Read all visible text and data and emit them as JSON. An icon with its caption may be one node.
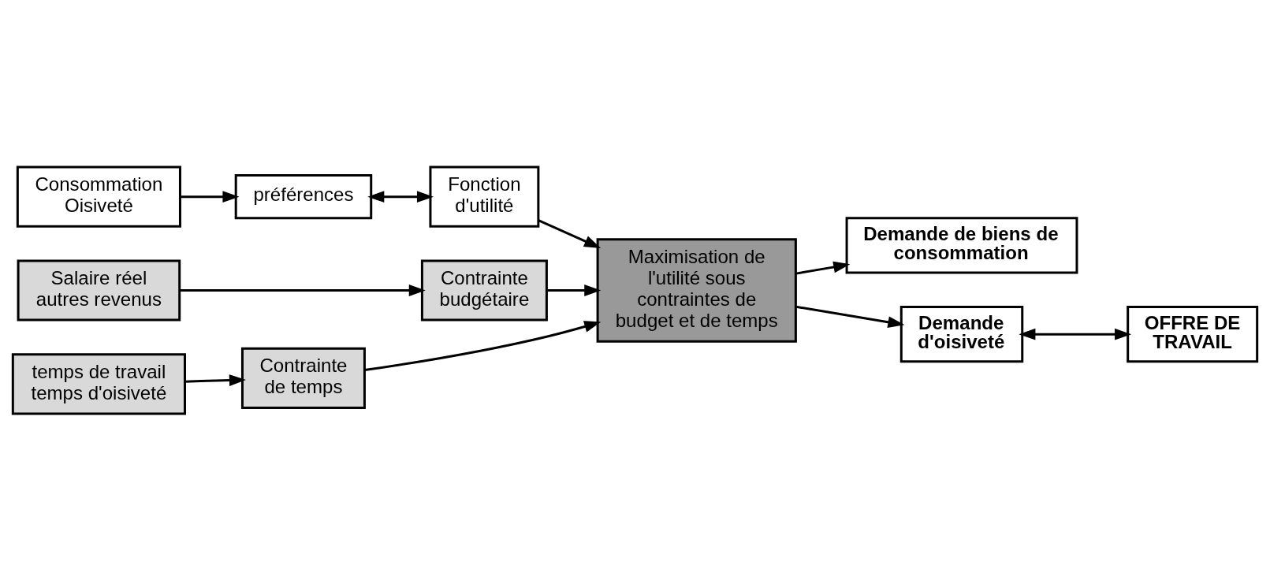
{
  "diagram": {
    "nodes": [
      {
        "text": [
          "Consommation Oisiveté"
        ]
      },
      {
        "text": [
          "préférences"
        ]
      },
      {
        "text": [
          "Fonction d'utilité"
        ]
      },
      {
        "text": [
          "Salaire réel autres revenus"
        ]
      },
      {
        "text": [
          "Contrainte budgétaire"
        ]
      },
      {
        "text": [
          "Maximisation de l'utilité sous contraintes de budget et de temps"
        ]
      },
      {
        "text": [
          "Demande de biens de consommation"
        ]
      },
      {
        "text": [
          "Demande d'oisiveté"
        ]
      },
      {
        "text": [
          "temps de travail temps d'oisiveté"
        ]
      },
      {
        "text": [
          "Contrainte de temps"
        ]
      },
      {
        "text": [
          "OFFRE DE TRAVAIL"
        ]
      }
    ],
    "edges": [
      {
        "from": 0,
        "to": 1,
        "arrow": "to"
      },
      {
        "from": 1,
        "to": 2,
        "arrow": "both"
      },
      {
        "from": 2,
        "to": 5,
        "arrow": "to"
      },
      {
        "from": 3,
        "to": 4,
        "arrow": "to"
      },
      {
        "from": 4,
        "to": 5,
        "arrow": "to"
      },
      {
        "from": 8,
        "to": 9,
        "arrow": "to"
      },
      {
        "from": 9,
        "to": 5,
        "arrow": "to"
      },
      {
        "from": 5,
        "to": 6,
        "arrow": "to"
      },
      {
        "from": 5,
        "to": 7,
        "arrow": "to"
      },
      {
        "from": 7,
        "to": 10,
        "arrow": "both"
      }
    ]
  }
}
